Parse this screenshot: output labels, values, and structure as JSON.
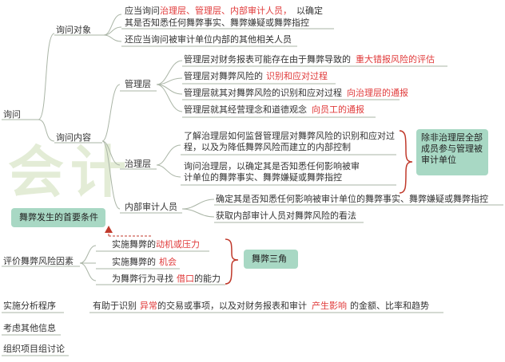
{
  "root": {
    "label": "询问"
  },
  "inquiry_target": {
    "label": "询问对象",
    "items": [
      {
        "pre": "应当询问",
        "hl": "治理层、管理层、内部审计人员，",
        "post": "以确定"
      },
      {
        "pre": "其是否知悉任何舞弊事实、舞弊嫌疑或舞弊指控",
        "hl": "",
        "post": ""
      },
      {
        "pre": "还应当询问被审计单位内部的其他相关人员",
        "hl": "",
        "post": ""
      }
    ]
  },
  "inquiry_content": {
    "label": "询问内容",
    "management": {
      "label": "管理层",
      "items": [
        {
          "pre": "管理层对财务报表可能存在由于舞弊导致的",
          "hl": "重大错报风险的评估",
          "post": ""
        },
        {
          "pre": "管理层对舞弊风险的",
          "hl": "识别和应对过程",
          "post": ""
        },
        {
          "pre": "管理层就其对舞弊风险的识别和应对过程",
          "hl": "向治理层的通报",
          "post": ""
        },
        {
          "pre": "管理层就其经营理念和道德观念",
          "hl": "向员工的通报",
          "post": ""
        }
      ]
    },
    "governance": {
      "label": "治理层",
      "items": [
        "了解治理层如何监督管理层对舞弊风险的识别和应对过程，以及为降低舞弊风险而建立的内部控制",
        "询问治理层，以确定其是否知悉任何影响被审计单位的舞弊事实、舞弊嫌疑或舞弊指控"
      ],
      "note": "除非治理层全部成员参与管理被审计单位"
    },
    "internal_audit": {
      "label": "内部审计人员",
      "items": [
        "确定其是否知悉任何影响被审计单位的舞弊事实、舞弊嫌疑或舞弊指控",
        "获取内部审计人员对舞弊风险的看法"
      ]
    }
  },
  "first_condition": {
    "label": "舞弊发生的首要条件"
  },
  "risk_factors": {
    "label": "评价舞弊风险因素",
    "items": [
      {
        "pre": "实施舞弊的",
        "hl": "动机或压力",
        "post": ""
      },
      {
        "pre": "实施舞弊的",
        "hl": "机会",
        "post": ""
      },
      {
        "pre": "为舞弊行为寻找",
        "hl": "借口",
        "post": "的能力"
      }
    ],
    "triangle_label": "舞弊三角"
  },
  "analytical": {
    "label": "实施分析程序",
    "text": {
      "pre": "有助于识别",
      "hl1": "异常",
      "mid": "的交易或事项，以及对财务报表和审计",
      "hl2": "产生影响",
      "post": "的金额、比率和趋势"
    }
  },
  "other_info": {
    "label": "考虑其他信息"
  },
  "team_discussion": {
    "label": "组织项目组讨论"
  },
  "colors": {
    "highlight": "#e03a3a",
    "box": "#a8d8c4",
    "bracket": "#c0392b",
    "line": "#aab5a6"
  }
}
